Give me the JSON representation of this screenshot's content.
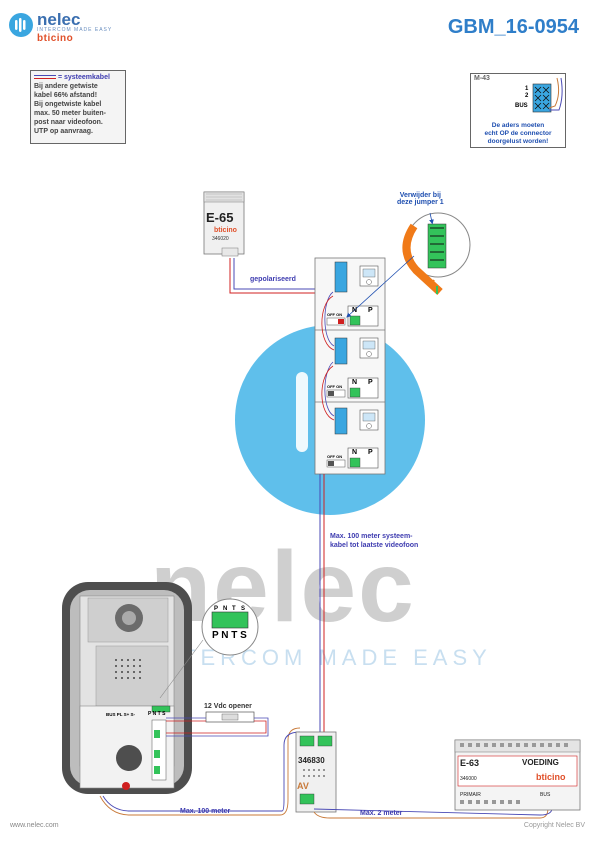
{
  "header": {
    "logo_word": "nelec",
    "logo_tagline": "INTERCOM MADE EASY",
    "logo_brand": "bticino",
    "doc_id": "GBM_16-0954"
  },
  "legend": {
    "title": "= systeemkabel",
    "lines": [
      "Bij andere getwiste",
      "kabel 66% afstand!",
      "Bij ongetwiste kabel",
      "max. 50 meter buiten-",
      "post naar videofoon.",
      "UTP op aanvraag."
    ]
  },
  "m43": {
    "label": "M-43",
    "term1": "1",
    "term2": "2",
    "bus": "BUS",
    "note": [
      "De aders moeten",
      "echt OP de connector",
      "doorgelust worden!"
    ]
  },
  "e65": {
    "model": "E-65",
    "brand": "bticino",
    "code": "346020"
  },
  "jumper_note": [
    "Verwijder bij",
    "deze jumper 1"
  ],
  "wire_labels": {
    "gepolariseerd": "gepolariseerd",
    "max100_systeem": [
      "Max. 100 meter systeem-",
      "kabel tot laatste videofoon"
    ],
    "max100": "Max. 100 meter",
    "max2": "Max. 2 meter"
  },
  "videophone": {
    "terminal_p": "P",
    "terminal_n": "N",
    "off_on": "OFF ON"
  },
  "door_panel": {
    "zoom_terms": [
      "P",
      "N",
      "T",
      "S"
    ],
    "bus_terms": "BUS PL S+ S-",
    "pnts": "P N T S"
  },
  "opener": {
    "label": "12 Vdc opener"
  },
  "av": {
    "code": "346830",
    "label": "AV"
  },
  "e63": {
    "model": "E-63",
    "title": "VOEDING",
    "code": "346000",
    "brand": "bticino",
    "prim": "PRIMAIR",
    "out": "BUS"
  },
  "watermark": {
    "word": "nelec",
    "tag": "INTERCOM MADE EASY"
  },
  "footer": {
    "website": "www.nelec.com",
    "copyright": "Copyright Nelec BV"
  },
  "colors": {
    "accent": "#2f7ec9",
    "system_cable_purple": "#4a4ab5",
    "wire_red": "#d02020",
    "wire_orange": "#c87a3a",
    "green_terminal": "#33c35a",
    "blue_terminal": "#3aa6e0"
  }
}
